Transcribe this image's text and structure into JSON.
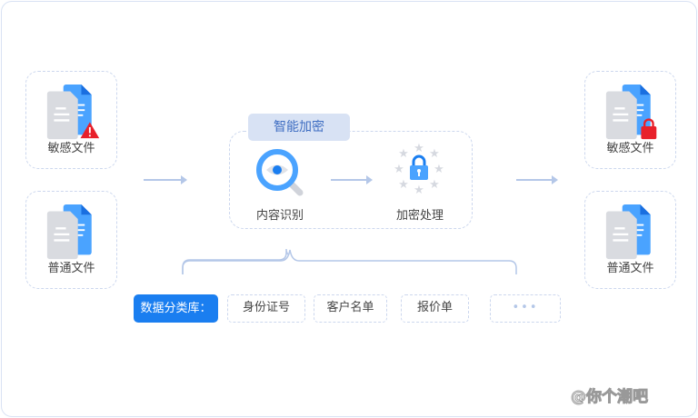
{
  "inputs": [
    {
      "label": "敏感文件",
      "badge": "warning-icon"
    },
    {
      "label": "普通文件"
    }
  ],
  "process": {
    "title": "智能加密",
    "steps": [
      {
        "label": "内容识别",
        "icon": "magnifier-eye-icon"
      },
      {
        "label": "加密处理",
        "icon": "lock-stars-icon"
      }
    ]
  },
  "outputs": [
    {
      "label": "敏感文件",
      "badge": "lock-icon"
    },
    {
      "label": "普通文件"
    }
  ],
  "library": {
    "label": "数据分类库：",
    "items": [
      "身份证号",
      "客户名单",
      "报价单"
    ],
    "more": "•••"
  },
  "watermark": "@你个潮吧",
  "colors": {
    "accent": "#1a7ef0",
    "warning": "#e8202a",
    "border": "#ccd7ee"
  }
}
